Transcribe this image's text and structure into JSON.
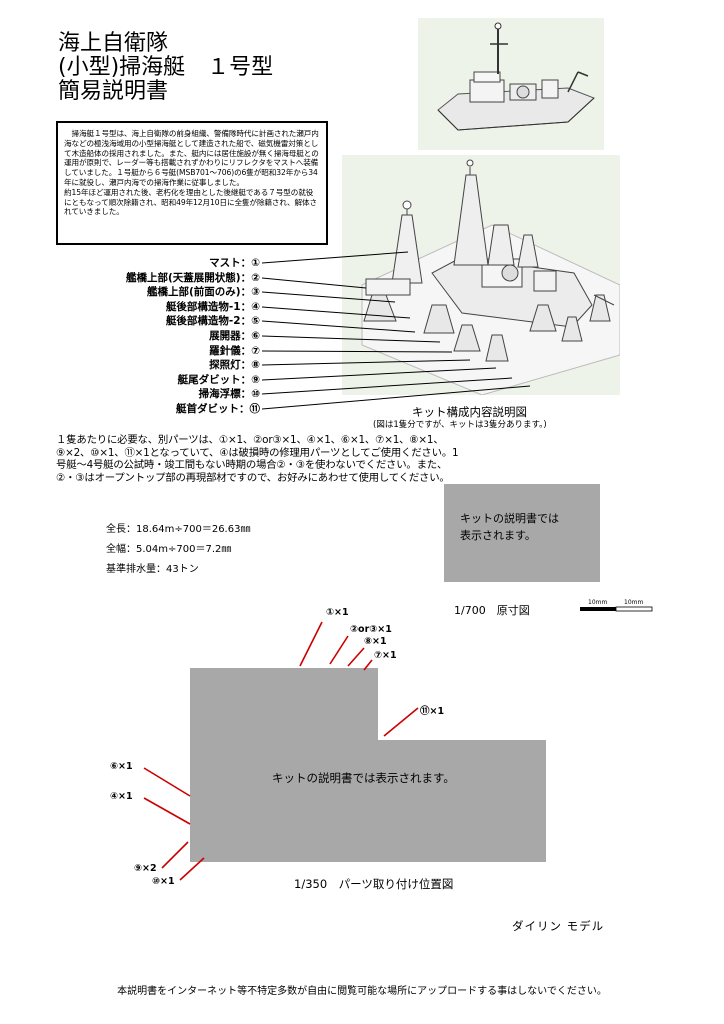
{
  "title": {
    "line1": "海上自衛隊",
    "line2": "(小型)掃海艇　１号型",
    "line3": "簡易説明書"
  },
  "description": [
    "　掃海艇１号型は、海上自衛隊の前身組織、警備隊時代に計画された瀬戸内海などの極浅海域用の小型掃海艇として建造された船で、磁気機雷対策として木造船体の採用されました。また、艇内には居住施設が無く掃海母艇との運用が原則で、レーダー等も搭載されずかわりにリフレクタをマストへ装備していました。１号艇から６号艇(MSB701～706)の6隻が昭和32年から34年に就役し、瀬戸内海での掃海作業に従事しました。",
    "約15年ほど運用された後、老朽化を理由とした後継艇である７号型の就役にともなって順次除籍され、昭和49年12月10日に全隻が除籍され、解体されていきました。"
  ],
  "part_labels": [
    "マスト：①",
    "艦橋上部(天蓋展開状態)：②",
    "艦橋上部(前面のみ)：③",
    "艇後部構造物-1：④",
    "艇後部構造物-2：⑤",
    "展開器：⑥",
    "羅針儀：⑦",
    "探照灯：⑧",
    "艇尾ダビット：⑨",
    "掃海浮標：⑩",
    "艇首ダビット：⑪"
  ],
  "kit_caption": "キット構成内容説明図",
  "kit_caption_sub": "(図は1隻分ですが、キットは3隻分あります。)",
  "parts_text": "１隻あたりに必要な、別パーツは、①×1、②or③×1、④×1、⑥×1、⑦×1、⑧×1、⑨×2、⑩×1、⑪×1となっていて、④は破損時の修理用パーツとしてご使用ください。1号艇～4号艇の公試時・竣工間もない時期の場合②・③を使わないでください。また、②・③はオープントップ部の再現部材ですので、お好みにあわせて使用してください。",
  "specs": {
    "length": "全長：18.64m÷700＝26.63㎜",
    "beam": "全幅：5.04m÷700＝7.2㎜",
    "displacement": "基準排水量：43トン"
  },
  "placeholder_small": [
    "キットの説明書では",
    "表示されます。"
  ],
  "scale_title": "1/700　原寸図",
  "scalebar_labels": [
    "10mm",
    "10mm"
  ],
  "placeholder_large": "キットの説明書では表示されます。",
  "callouts": {
    "c1": "①×1",
    "c2": "②or③×1",
    "c8": "⑧×1",
    "c7": "⑦×1",
    "c11": "⑪×1",
    "c6": "⑥×1",
    "c4": "④×1",
    "c9": "⑨×2",
    "c10": "⑩×1"
  },
  "bottom_caption": "1/350　パーツ取り付け位置図",
  "maker": "ダイリン モデル",
  "footer": "本説明書をインターネット等不特定多数が自由に閲覧可能な場所にアップロードする事はしないでください。",
  "colors": {
    "placeholder_grey": "#a8a8a8",
    "callout_red": "#cc0000",
    "render_bg": "#eef3ea"
  }
}
